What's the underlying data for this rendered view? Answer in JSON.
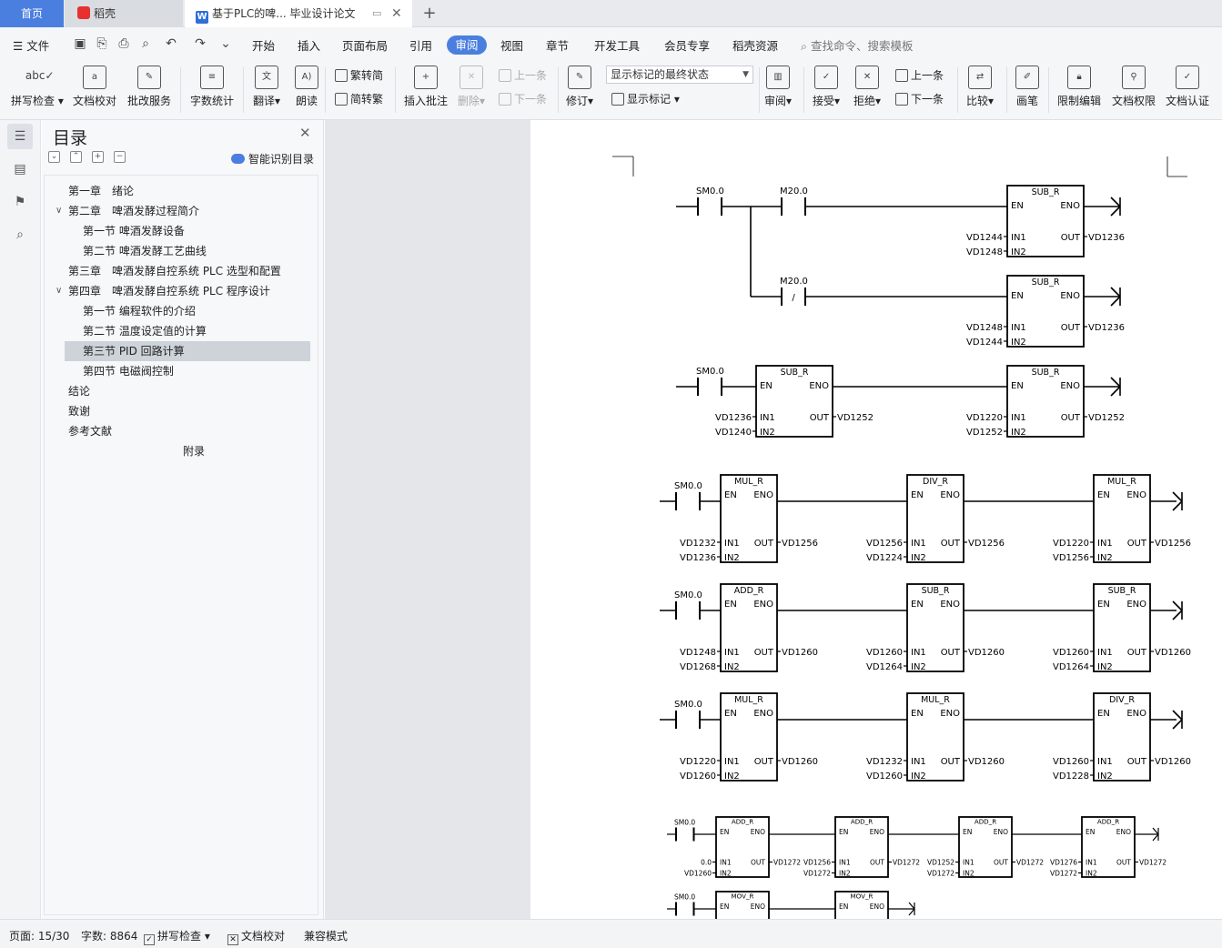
{
  "tabs": {
    "home": "首页",
    "daoke": "稻壳",
    "doc": "基于PLC的啤... 毕业设计论文",
    "new_tab": "+"
  },
  "menu": {
    "file": "文件",
    "items": [
      "开始",
      "插入",
      "页面布局",
      "引用",
      "审阅",
      "视图",
      "章节",
      "开发工具",
      "会员专享",
      "稻壳资源"
    ],
    "active": "审阅",
    "search_placeholder": "查找命令、搜索模板"
  },
  "ribbon": {
    "spell": "拼写检查",
    "doc_check": "文档校对",
    "batch": "批改服务",
    "wordcount": "字数统计",
    "translate": "翻译",
    "read": "朗读",
    "trad": "繁转简",
    "simp": "简转繁",
    "insert_comment": "插入批注",
    "delete": "删除",
    "prev": "上一条",
    "next": "下一条",
    "revise": "修订",
    "markup_select": "显示标记的最终状态",
    "show_markup": "显示标记",
    "review": "审阅",
    "accept": "接受",
    "reject": "拒绝",
    "prev2": "上一条",
    "next2": "下一条",
    "compare": "比较",
    "pen": "画笔",
    "restrict": "限制编辑",
    "perm": "文档权限",
    "auth": "文档认证"
  },
  "toc": {
    "title": "目录",
    "smart": "智能识别目录",
    "items": [
      {
        "text": "第一章　绪论",
        "level": 1
      },
      {
        "text": "第二章　啤酒发酵过程简介",
        "level": 1,
        "expanded": true
      },
      {
        "text": "第一节  啤酒发酵设备",
        "level": 2
      },
      {
        "text": "第二节  啤酒发酵工艺曲线",
        "level": 2
      },
      {
        "text": "第三章　啤酒发酵自控系统 PLC 选型和配置",
        "level": 1
      },
      {
        "text": "第四章　啤酒发酵自控系统 PLC 程序设计",
        "level": 1,
        "expanded": true
      },
      {
        "text": "第一节  编程软件的介绍",
        "level": 2
      },
      {
        "text": "第二节  温度设定值的计算",
        "level": 2
      },
      {
        "text": "第三节  PID 回路计算",
        "level": 2,
        "selected": true
      },
      {
        "text": "第四节  电磁阀控制",
        "level": 2
      },
      {
        "text": "结论",
        "level": 1
      },
      {
        "text": "致谢",
        "level": 1
      },
      {
        "text": "参考文献",
        "level": 1
      },
      {
        "text": "附录",
        "level": 0
      }
    ]
  },
  "ladder": {
    "contacts": {
      "sm": "SM0.0",
      "m": "M20.0",
      "nc": "/"
    },
    "blocks": [
      {
        "type": "SUB_R",
        "in1": "VD1244",
        "in2": "VD1248",
        "out": "VD1236"
      },
      {
        "type": "SUB_R",
        "in1": "VD1248",
        "in2": "VD1244",
        "out": "VD1236"
      },
      {
        "type": "SUB_R",
        "in1": "VD1236",
        "in2": "VD1240",
        "out": "VD1252"
      },
      {
        "type": "SUB_R",
        "in1": "VD1220",
        "in2": "VD1252",
        "out": "VD1252"
      },
      {
        "type": "MUL_R",
        "in1": "VD1232",
        "in2": "VD1236",
        "out": "VD1256"
      },
      {
        "type": "DIV_R",
        "in1": "VD1256",
        "in2": "VD1224",
        "out": "VD1256"
      },
      {
        "type": "MUL_R",
        "in1": "VD1220",
        "in2": "VD1256",
        "out": "VD1256"
      },
      {
        "type": "ADD_R",
        "in1": "VD1248",
        "in2": "VD1268",
        "out": "VD1260"
      },
      {
        "type": "SUB_R",
        "in1": "VD1260",
        "in2": "VD1264",
        "out": "VD1260"
      },
      {
        "type": "SUB_R",
        "in1": "VD1260",
        "in2": "VD1264",
        "out": "VD1260"
      },
      {
        "type": "MUL_R",
        "in1": "VD1220",
        "in2": "VD1260",
        "out": "VD1260"
      },
      {
        "type": "MUL_R",
        "in1": "VD1232",
        "in2": "VD1260",
        "out": "VD1260"
      },
      {
        "type": "DIV_R",
        "in1": "VD1260",
        "in2": "VD1228",
        "out": "VD1260"
      },
      {
        "type": "ADD_R",
        "in1": "0.0",
        "in2": "VD1260",
        "out": "VD1272"
      },
      {
        "type": "ADD_R",
        "in1": "VD1256",
        "in2": "VD1272",
        "out": "VD1272"
      },
      {
        "type": "ADD_R",
        "in1": "VD1252",
        "in2": "VD1272",
        "out": "VD1272"
      },
      {
        "type": "ADD_R",
        "in1": "VD1276",
        "in2": "VD1272",
        "out": "VD1272"
      },
      {
        "type": "MOV_R"
      },
      {
        "type": "MOV_R"
      }
    ],
    "pin_labels": {
      "en": "EN",
      "eno": "ENO",
      "in1": "IN1",
      "in2": "IN2",
      "out": "OUT"
    }
  },
  "status": {
    "page": "页面: 15/30",
    "words": "字数: 8864",
    "spell": "拼写检查",
    "check": "文档校对",
    "mode": "兼容模式"
  }
}
